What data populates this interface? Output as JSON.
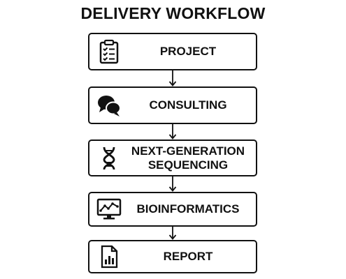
{
  "title": "DELIVERY WORKFLOW",
  "steps": [
    {
      "label": "PROJECT",
      "icon": "clipboard-checklist-icon"
    },
    {
      "label": "CONSULTING",
      "icon": "chat-bubbles-icon"
    },
    {
      "label": "NEXT-GENERATION\nSEQUENCING",
      "icon": "dna-icon"
    },
    {
      "label": "BIOINFORMATICS",
      "icon": "monitor-chart-icon"
    },
    {
      "label": "REPORT",
      "icon": "report-document-icon"
    }
  ],
  "colors": {
    "stroke": "#111111",
    "background": "#ffffff"
  }
}
